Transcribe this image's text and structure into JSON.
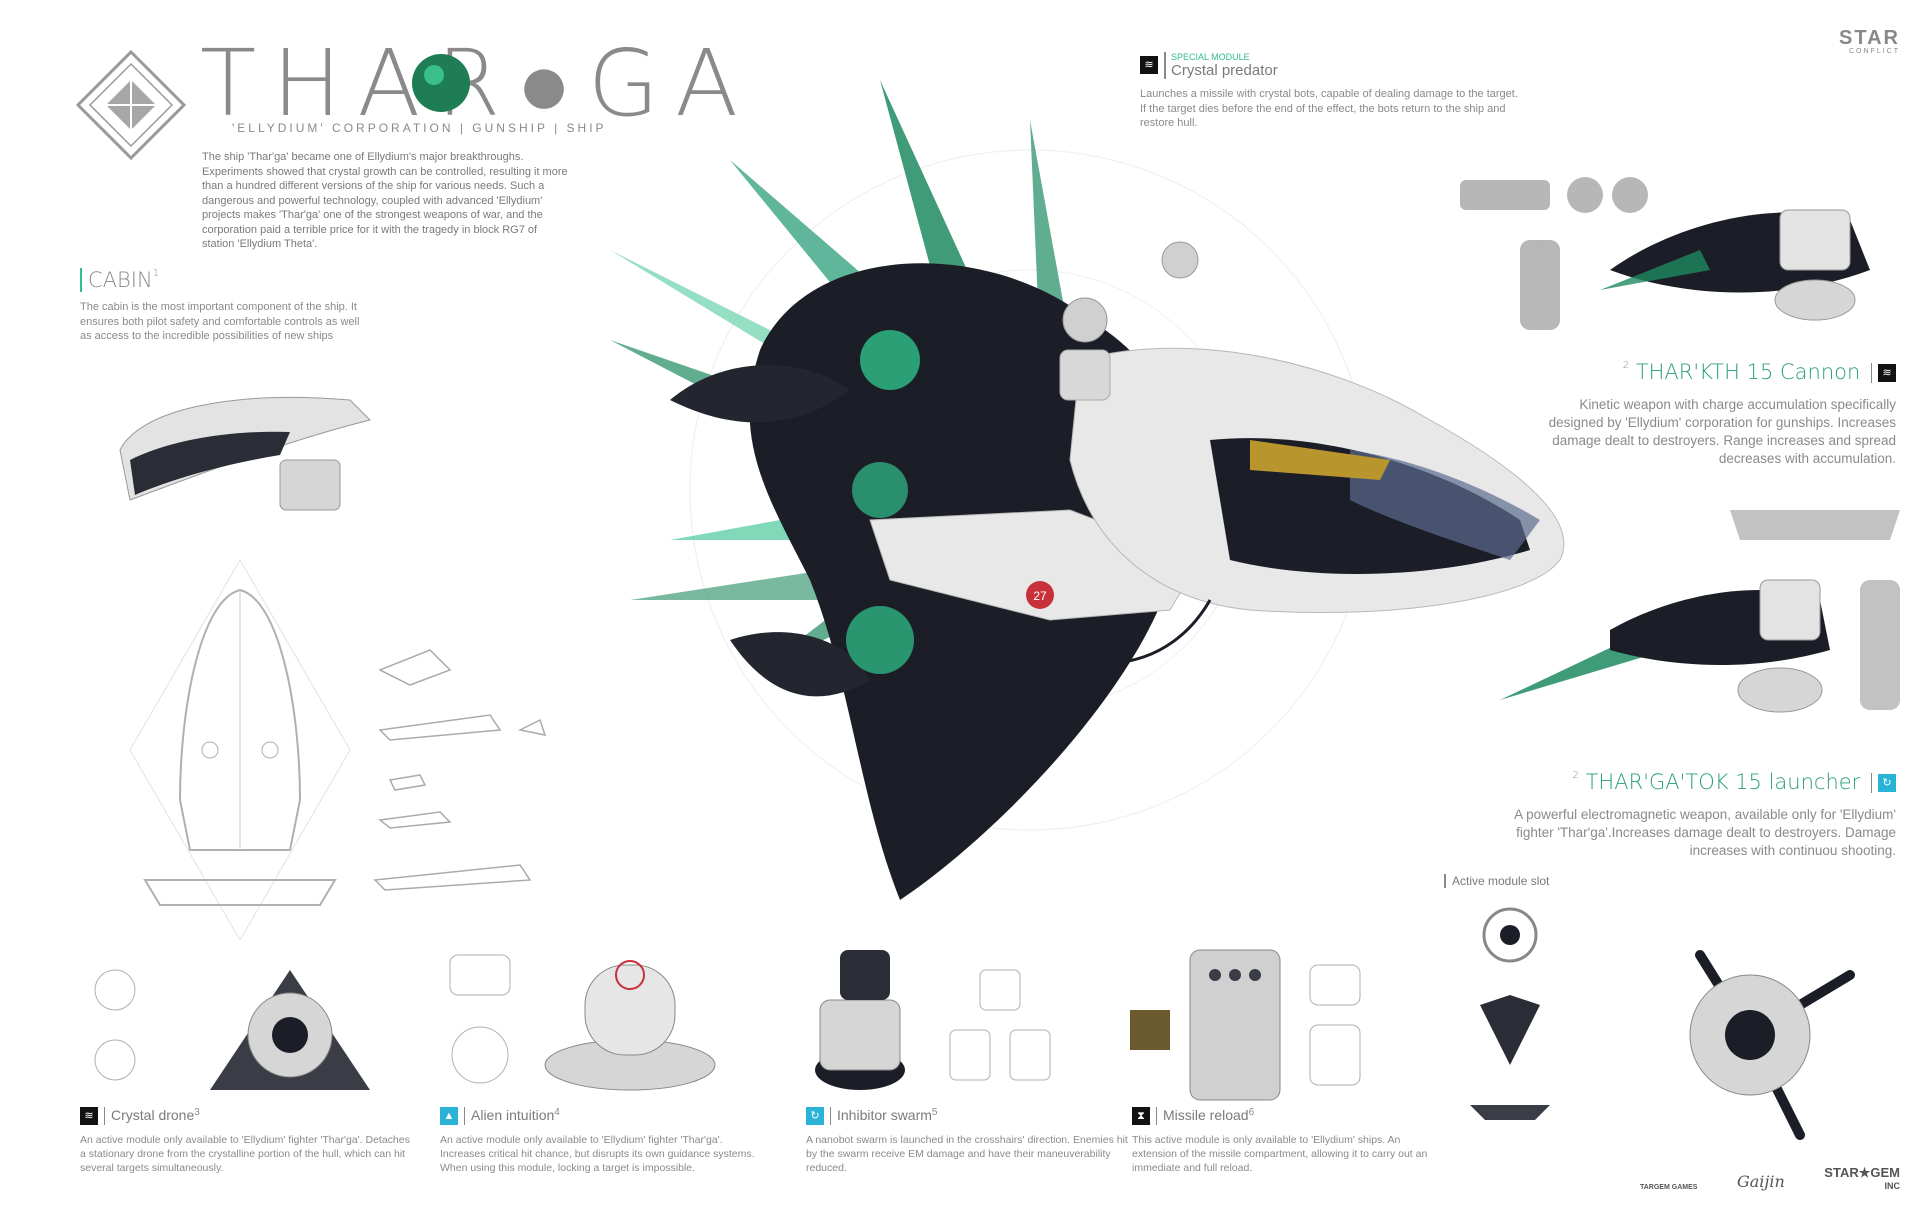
{
  "header": {
    "title": "THAR●GA",
    "subtitle": "'ELLYDIUM' CORPORATION | GUNSHIP | SHIP",
    "intro": "The ship 'Thar'ga' became one of Ellydium's major breakthroughs. Experiments showed that crystal growth can be controlled, resulting it more than a hundred different versions of the ship for various needs. Such a dangerous and powerful technology, coupled with advanced 'Ellydium' projects makes 'Thar'ga' one of the strongest weapons of war, and the corporation paid a terrible price for it with the tragedy in block RG7 of station 'Ellydium Theta'."
  },
  "brand": {
    "corner_logo": "STAR",
    "corner_logo_sub": "CONFLICT"
  },
  "cabin": {
    "title": "CABIN",
    "num": "1",
    "desc": "The cabin is the most important component of the ship. It ensures both pilot safety and comfortable controls as well as access to the incredible possibilities of new ships"
  },
  "special": {
    "tag": "SPECIAL MODULE",
    "title": "Crystal predator",
    "desc": "Launches a missile with crystal bots, capable of dealing damage to the target. If the target dies before the end of the effect, the bots return to the ship and restore hull."
  },
  "cannon": {
    "num": "2",
    "title": "THAR'KTH 15 Cannon",
    "desc": "Kinetic weapon with charge accumulation specifically designed by 'Ellydium' corporation for gunships. Increases damage dealt to destroyers. Range increases and spread decreases with accumulation."
  },
  "launcher": {
    "num": "2",
    "title": "THAR'GA'TOK 15 launcher",
    "desc": "A powerful electromagnetic weapon, available only for 'Ellydium' fighter 'Thar'ga'.Increases damage dealt to destroyers. Damage increases with continuou shooting."
  },
  "active_slot": {
    "label": "Active module slot"
  },
  "modules": [
    {
      "title": "Crystal drone",
      "num": "3",
      "icon_color": "#111111",
      "icon": "≋",
      "desc": "An active module only available to 'Ellydium' fighter 'Thar'ga'. Detaches a stationary drone from the crystalline portion of the hull, which can hit several targets simultaneously."
    },
    {
      "title": "Alien intuition",
      "num": "4",
      "icon_color": "#2ab3d6",
      "icon": "▲",
      "desc": "An active module only available to 'Ellydium' fighter 'Thar'ga'. Increases critical hit chance, but disrupts its own guidance systems. When using this module, locking a target is impossible."
    },
    {
      "title": "Inhibitor swarm",
      "num": "5",
      "icon_color": "#2ab3d6",
      "icon": "↻",
      "desc": "A nanobot swarm is launched in the crosshairs' direction. Enemies hit by the swarm receive EM damage and have their maneuverability reduced."
    },
    {
      "title": "Missile reload",
      "num": "6",
      "icon_color": "#111111",
      "icon": "⧗",
      "desc": "This active module is only available to 'Ellydium' ships. An extension of the missile compartment, allowing it to carry out an immediate and full reload."
    }
  ],
  "ship": {
    "badge": "27"
  },
  "footer": {
    "logo1": "TARGEM GAMES",
    "logo2": "Gaijin",
    "logo3": "STAR★GEM",
    "logo3_sub": "INC"
  },
  "colors": {
    "accent_green": "#2fbf8a",
    "crystal_green": "#1e8a60",
    "hull_dark": "#1b1e26",
    "hull_white": "#e8e8e8",
    "gold": "#b9952e"
  },
  "icons": [
    "diamond-emblem-icon",
    "crystal-orb-icon",
    "wave-icon",
    "triangle-icon",
    "cycle-icon",
    "hourglass-icon"
  ]
}
